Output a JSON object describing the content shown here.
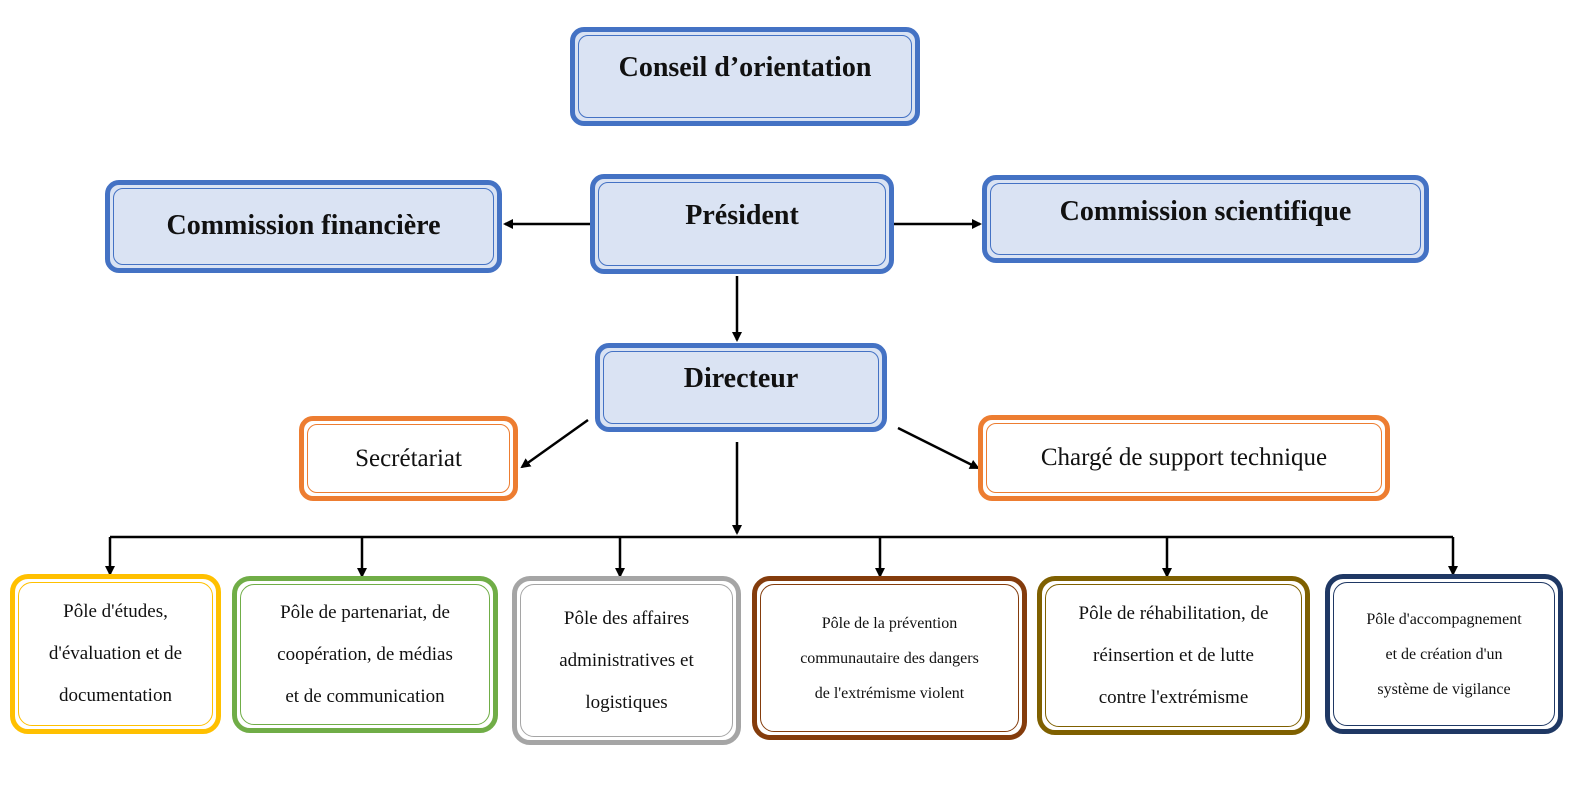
{
  "top": {
    "conseil": "Conseil d’orientation"
  },
  "row2": {
    "commission_financiere": "Commission financière",
    "president": "Président",
    "commission_scientifique": "Commission scientifique"
  },
  "directeur": "Directeur",
  "support": {
    "secretariat": "Secrétariat",
    "support_technique": "Chargé de support technique"
  },
  "poles": [
    {
      "lines": [
        "Pôle d'études,",
        "d'évaluation et de",
        "documentation"
      ],
      "color": "#ffc000"
    },
    {
      "lines": [
        "Pôle de partenariat, de",
        "coopération, de médias",
        "et de communication"
      ],
      "color": "#70ad47"
    },
    {
      "lines": [
        "Pôle des affaires",
        "administratives et",
        "logistiques"
      ],
      "color": "#a5a5a5"
    },
    {
      "lines": [
        "Pôle de la prévention",
        "communautaire des dangers",
        "de l'extrémisme violent"
      ],
      "color": "#843c0c"
    },
    {
      "lines": [
        "Pôle de réhabilitation, de",
        "réinsertion et de lutte",
        "contre l'extrémisme"
      ],
      "color": "#7f6000"
    },
    {
      "lines": [
        "Pôle d'accompagnement",
        "et de création d'un",
        "système de vigilance"
      ],
      "color": "#1f3864"
    }
  ]
}
